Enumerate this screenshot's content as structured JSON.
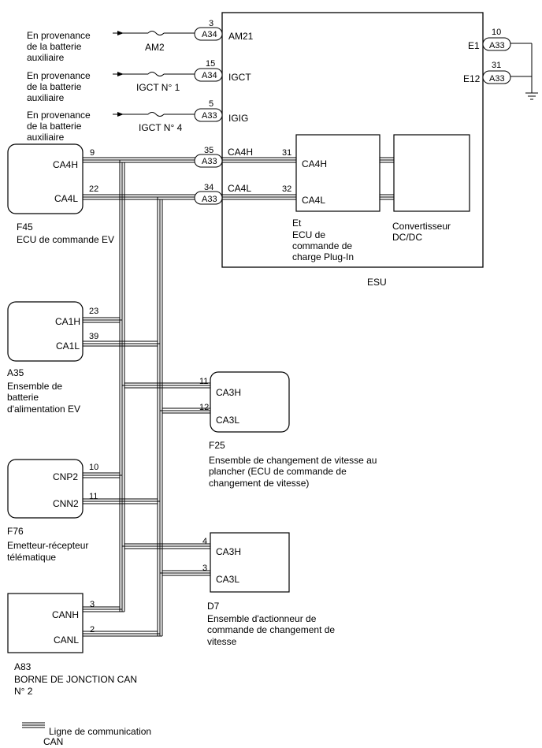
{
  "supply_lines": [
    {
      "source_lines": [
        "En provenance",
        "de la batterie",
        "auxiliaire"
      ],
      "fuse": "AM2",
      "pin": "3",
      "connector": "A34",
      "terminal": "AM21"
    },
    {
      "source_lines": [
        "En provenance",
        "de la batterie",
        "auxiliaire"
      ],
      "fuse": "IGCT N° 1",
      "pin": "15",
      "connector": "A34",
      "terminal": "IGCT"
    },
    {
      "source_lines": [
        "En provenance",
        "de la batterie",
        "auxiliaire"
      ],
      "fuse": "IGCT N° 4",
      "pin": "5",
      "connector": "A33",
      "terminal": "IGIG"
    }
  ],
  "ground": [
    {
      "terminal": "E1",
      "pin": "10",
      "connector": "A33"
    },
    {
      "terminal": "E12",
      "pin": "31",
      "connector": "A33"
    }
  ],
  "esu": {
    "label": "ESU",
    "can_high": {
      "pin": "35",
      "connector": "A33",
      "terminal": "CA4H"
    },
    "can_low": {
      "pin": "34",
      "connector": "A33",
      "terminal": "CA4L"
    },
    "charge_ecu": {
      "high_pin": "31",
      "high_terminal": "CA4H",
      "low_pin": "32",
      "low_terminal": "CA4L",
      "label_lines": [
        "Et",
        "ECU de",
        "commande de",
        "charge Plug-In"
      ]
    },
    "converter": {
      "label_lines": [
        "Convertisseur",
        "DC/DC"
      ]
    }
  },
  "components": [
    {
      "code": "F45",
      "name_lines": [
        "ECU de commande EV"
      ],
      "high_terminal": "CA4H",
      "high_pin": "9",
      "low_terminal": "CA4L",
      "low_pin": "22"
    },
    {
      "code": "A35",
      "name_lines": [
        "Ensemble de",
        "batterie",
        "d'alimentation EV"
      ],
      "high_terminal": "CA1H",
      "high_pin": "23",
      "low_terminal": "CA1L",
      "low_pin": "39"
    },
    {
      "code": "F25",
      "name_lines": [
        "Ensemble de changement de vitesse au",
        "plancher (ECU de commande de",
        "changement de vitesse)"
      ],
      "high_terminal": "CA3H",
      "high_pin": "11",
      "low_terminal": "CA3L",
      "low_pin": "12"
    },
    {
      "code": "F76",
      "name_lines": [
        "Emetteur-récepteur",
        "télématique"
      ],
      "high_terminal": "CNP2",
      "high_pin": "10",
      "low_terminal": "CNN2",
      "low_pin": "11"
    },
    {
      "code": "D7",
      "name_lines": [
        "Ensemble d'actionneur de",
        "commande de changement de",
        "vitesse"
      ],
      "high_terminal": "CA3H",
      "high_pin": "4",
      "low_terminal": "CA3L",
      "low_pin": "3"
    },
    {
      "code": "A83",
      "name_lines": [
        "BORNE DE JONCTION CAN",
        "N° 2"
      ],
      "high_terminal": "CANH",
      "high_pin": "3",
      "low_terminal": "CANL",
      "low_pin": "2"
    }
  ],
  "legend": {
    "lines": [
      "Ligne de communication",
      "CAN"
    ]
  }
}
